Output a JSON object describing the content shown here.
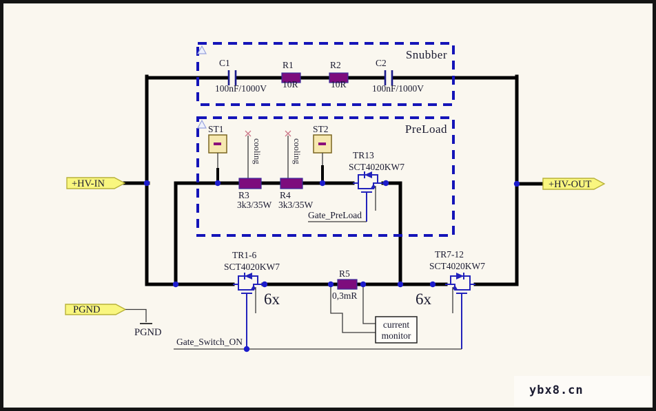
{
  "watermark": "ybx8.cn",
  "ports": {
    "hv_in": "+HV-IN",
    "hv_out": "+HV-OUT",
    "pgnd": "PGND",
    "pgnd_ground": "PGND"
  },
  "snubber": {
    "title": "Snubber",
    "c1_ref": "C1",
    "c1_value": "100nF/1000V",
    "r1_ref": "R1",
    "r1_value": "10R",
    "r2_ref": "R2",
    "r2_value": "10R",
    "c2_ref": "C2",
    "c2_value": "100nF/1000V"
  },
  "preload": {
    "title": "PreLoad",
    "st1_ref": "ST1",
    "st2_ref": "ST2",
    "cooling_left": "cooling",
    "cooling_right": "cooling",
    "r3_ref": "R3",
    "r3_value": "3k3/35W",
    "r4_ref": "R4",
    "r4_value": "3k3/35W",
    "tr13_ref": "TR13",
    "tr13_part": "SCT4020KW7",
    "gate_net": "Gate_PreLoad"
  },
  "switches": {
    "tr16_ref": "TR1-6",
    "tr16_part": "SCT4020KW7",
    "tr16_count": "6x",
    "tr712_ref": "TR7-12",
    "tr712_part": "SCT4020KW7",
    "tr712_count": "6x",
    "r5_ref": "R5",
    "r5_value": "0,3mR",
    "monitor_line1": "current",
    "monitor_line2": "monitor",
    "gate_net": "Gate_Switch_ON"
  },
  "colors": {
    "background": "#faf7ef",
    "wire": "#000000",
    "device_blue": "#2222bb",
    "box_blue": "#1414b8",
    "resistor_purple": "#7d0c7d",
    "net_flag_yellow": "#f9f67f",
    "st_box_fill": "#f6e8b0"
  }
}
